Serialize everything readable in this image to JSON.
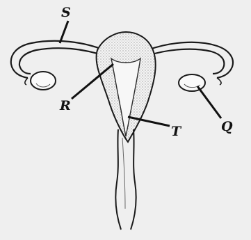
{
  "diagram": {
    "labels": {
      "s": "S",
      "r": "R",
      "q": "Q",
      "t": "T"
    },
    "colors": {
      "ink": "#1a1a1a",
      "stipple": "#8a8a8a",
      "paper": "#efefef"
    }
  }
}
